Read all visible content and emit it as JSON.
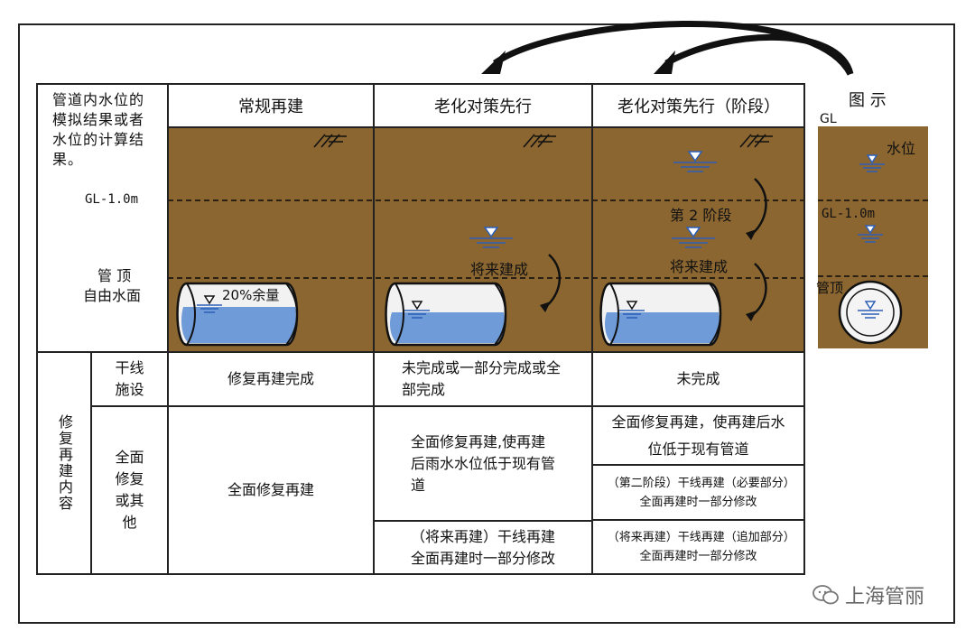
{
  "left_header": "管道内水位的模拟结果或者水位的计算结果。",
  "headers": {
    "col1": "常规再建",
    "col2": "老化对策先行",
    "col3": "老化对策先行（阶段）",
    "legend": "图 示"
  },
  "labels": {
    "gl_minus": "GL-1.0m",
    "pipe_top": "管 顶",
    "free_surface": "自由水面",
    "margin_20": "20%余量",
    "future_build": "将来建成",
    "stage2": "第 2 阶段",
    "legend_gl": "GL",
    "legend_water": "水位",
    "legend_gl_minus": "GL-1.0m",
    "legend_pipe_top": "管顶"
  },
  "rows": {
    "repair_label": "修复再建内容",
    "trunk_label": "干线施设",
    "other_label": "全面修复或其他",
    "col1_trunk": "修复再建完成",
    "col2_trunk": "未完成或一部分完成或全部完成",
    "col3_trunk": "未完成",
    "col1_other": "全面修复再建",
    "col2_other_a": "全面修复再建,使再建后雨水水位低于现有管道",
    "col2_other_b": "（将来再建）干线再建全面再建时一部分修改",
    "col3_other_a": "全面修复再建，使再建后水位低于现有管道",
    "col3_other_b": "（第二阶段）干线再建（必要部分）全面再建时一部分修改",
    "col3_other_c": "（将来再建）干线再建（追加部分）全面再建时一部分修改"
  },
  "watermark": "上海管丽",
  "colors": {
    "soil": "#8b6630",
    "water": "#6f9bd8",
    "pipe_fill": "#f2f2f2"
  }
}
